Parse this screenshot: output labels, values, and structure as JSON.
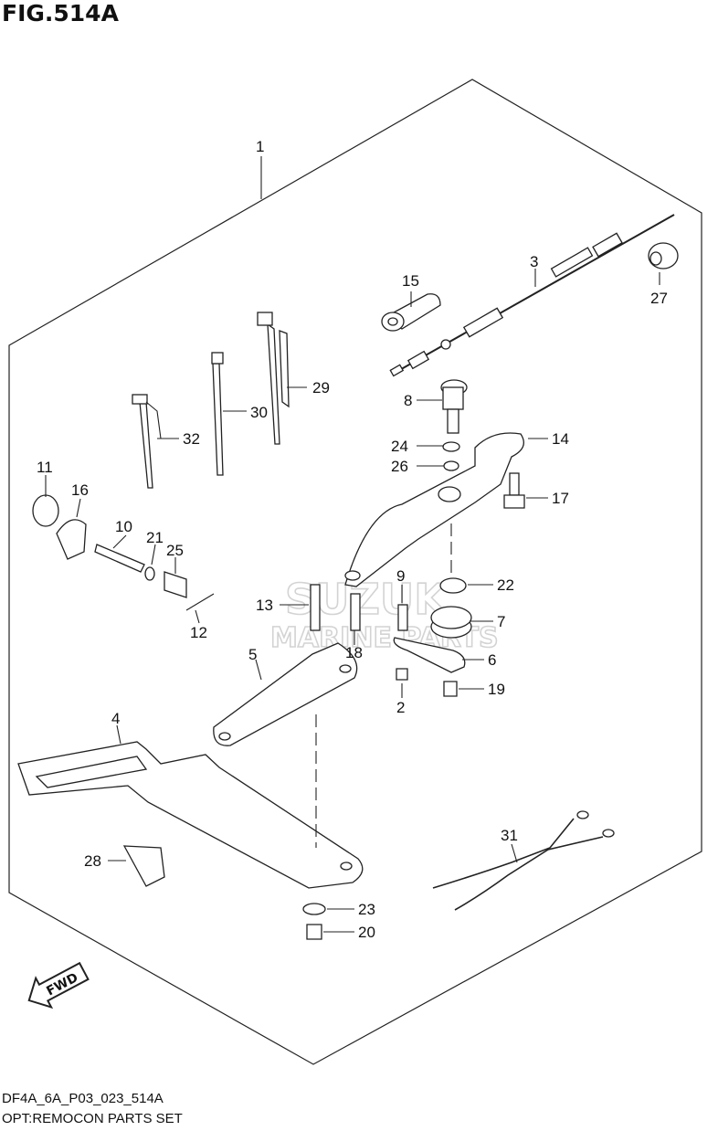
{
  "figure": {
    "title": "FIG.514A"
  },
  "footer": {
    "code": "DF4A_6A_P03_023_514A",
    "caption": "OPT:REMOCON PARTS SET"
  },
  "watermark": {
    "line1": "SUZUK",
    "line2": "MARINE PARTS"
  },
  "fwd_label": "FWD",
  "callouts": {
    "c1": "1",
    "c2": "2",
    "c3": "3",
    "c4": "4",
    "c5": "5",
    "c6": "6",
    "c7": "7",
    "c8": "8",
    "c9": "9",
    "c10": "10",
    "c11": "11",
    "c12": "12",
    "c13": "13",
    "c14": "14",
    "c15": "15",
    "c16": "16",
    "c17": "17",
    "c18": "18",
    "c19": "19",
    "c20": "20",
    "c21": "21",
    "c22": "22",
    "c23": "23",
    "c24": "24",
    "c25": "25",
    "c26": "26",
    "c27": "27",
    "c28": "28",
    "c29": "29",
    "c30": "30",
    "c31": "31",
    "c32": "32"
  },
  "colors": {
    "line": "#222222",
    "watermark": "#cfcfcf",
    "background": "#ffffff"
  }
}
